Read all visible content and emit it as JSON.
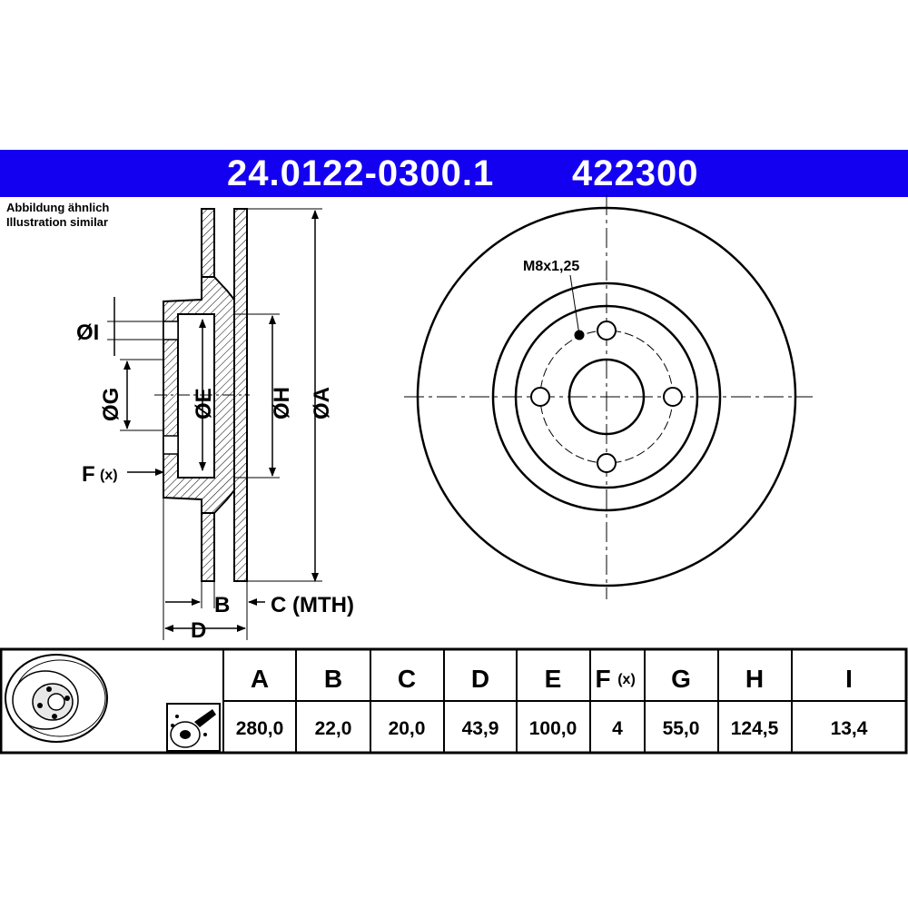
{
  "header": {
    "part_number": "24.0122-0300.1",
    "alt_number": "422300",
    "bg_color": "#1400f0"
  },
  "caption": {
    "line1": "Abbildung ähnlich",
    "line2": "Illustration similar"
  },
  "section_view": {
    "labels": {
      "dia_i": "ØI",
      "dia_g": "ØG",
      "dia_e": "ØE",
      "dia_h": "ØH",
      "dia_a": "ØA",
      "f": "F",
      "f_sub": "(x)",
      "b": "B",
      "c_mth": "C (MTH)",
      "d": "D"
    }
  },
  "front_view": {
    "thread_label": "M8x1,25",
    "bolt_holes": 4
  },
  "spec_table": {
    "headers": [
      {
        "main": "A",
        "sub": ""
      },
      {
        "main": "B",
        "sub": ""
      },
      {
        "main": "C",
        "sub": ""
      },
      {
        "main": "D",
        "sub": ""
      },
      {
        "main": "E",
        "sub": ""
      },
      {
        "main": "F",
        "sub": "(x)"
      },
      {
        "main": "G",
        "sub": ""
      },
      {
        "main": "H",
        "sub": ""
      },
      {
        "main": "I",
        "sub": ""
      }
    ],
    "values": [
      "280,0",
      "22,0",
      "20,0",
      "43,9",
      "100,0",
      "4",
      "55,0",
      "124,5",
      "13,4"
    ]
  }
}
